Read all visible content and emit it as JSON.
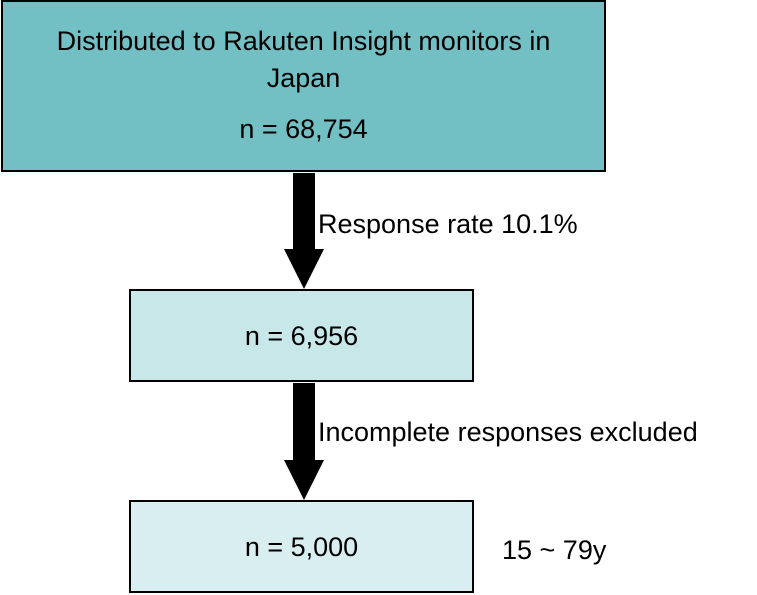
{
  "boxes": {
    "top": {
      "title": "Distributed to Rakuten Insight monitors in Japan",
      "n": "n = 68,754",
      "color": "#72bfc4"
    },
    "middle": {
      "n": "n = 6,956",
      "color": "#c8e7e9"
    },
    "bottom": {
      "n": "n = 5,000",
      "color": "#d9eef0"
    }
  },
  "arrows": {
    "first_label": "Response rate 10.1%",
    "second_label": "Incomplete responses excluded"
  },
  "side_note": "15 ~ 79y"
}
